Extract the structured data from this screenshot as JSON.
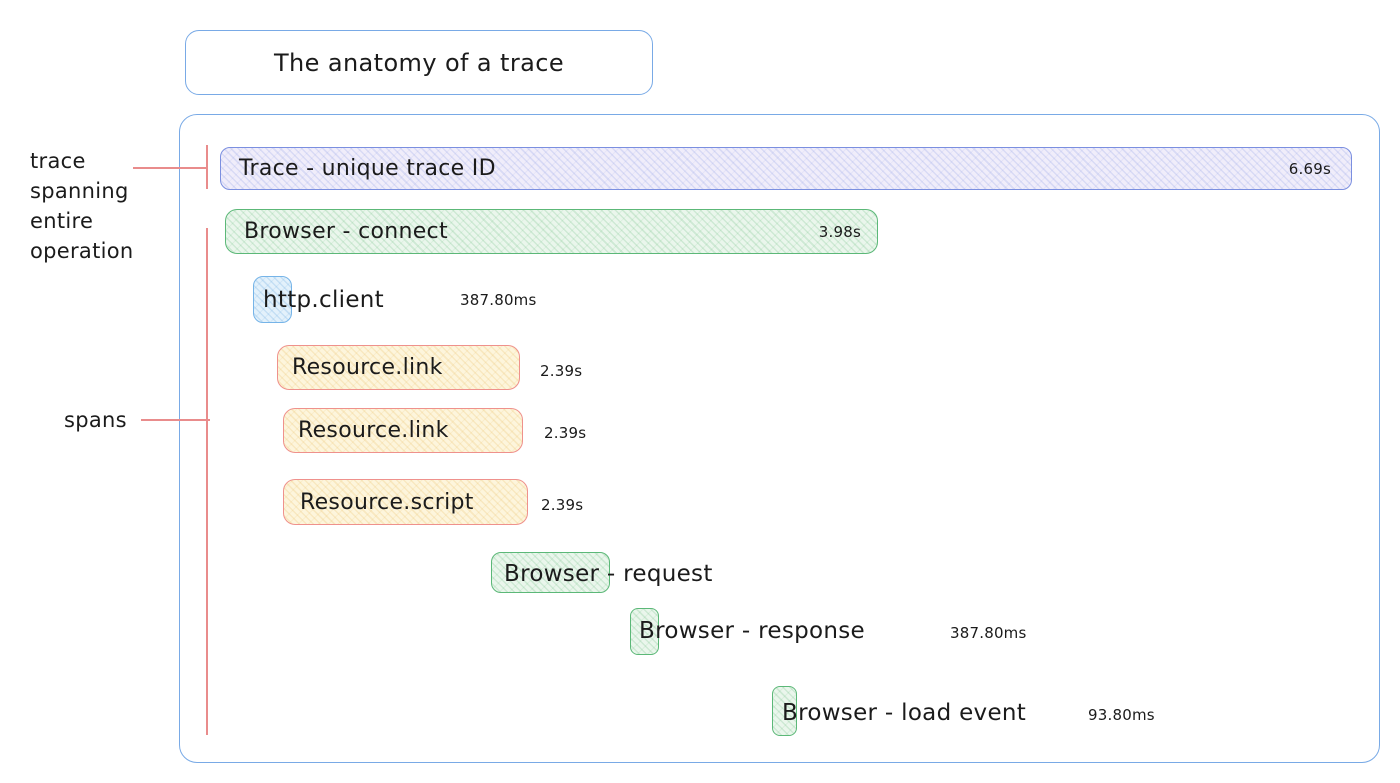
{
  "title": "The anatomy of a trace",
  "annotations": {
    "trace": {
      "lines": [
        "trace",
        "spanning",
        "entire",
        "operation"
      ]
    },
    "spans": "spans"
  },
  "spans": [
    {
      "label": "Trace - unique trace ID",
      "duration": "6.69s",
      "kind": "trace"
    },
    {
      "label": "Browser - connect",
      "duration": "3.98s",
      "kind": "browser"
    },
    {
      "label": "http.client",
      "duration": "387.80ms",
      "kind": "http"
    },
    {
      "label": "Resource.link",
      "duration": "2.39s",
      "kind": "resource"
    },
    {
      "label": "Resource.link",
      "duration": "2.39s",
      "kind": "resource"
    },
    {
      "label": "Resource.script",
      "duration": "2.39s",
      "kind": "resource"
    },
    {
      "label": "Browser - request",
      "duration": "",
      "kind": "browser"
    },
    {
      "label": "Browser - response",
      "duration": "387.80ms",
      "kind": "browser"
    },
    {
      "label": "Browser - load event",
      "duration": "93.80ms",
      "kind": "browser"
    }
  ],
  "colors": {
    "container_border": "#79aae6",
    "trace_border": "#7b8fe0",
    "trace_fill": "#f0edfa",
    "browser_border": "#5cb878",
    "browser_fill": "#eaf6ec",
    "http_border": "#76b4e8",
    "http_fill": "#e3f1fb",
    "resource_border": "#ef918c",
    "resource_fill": "#fdf5dc",
    "annotation_line": "#e98c8c",
    "text": "#1b1b1b"
  }
}
